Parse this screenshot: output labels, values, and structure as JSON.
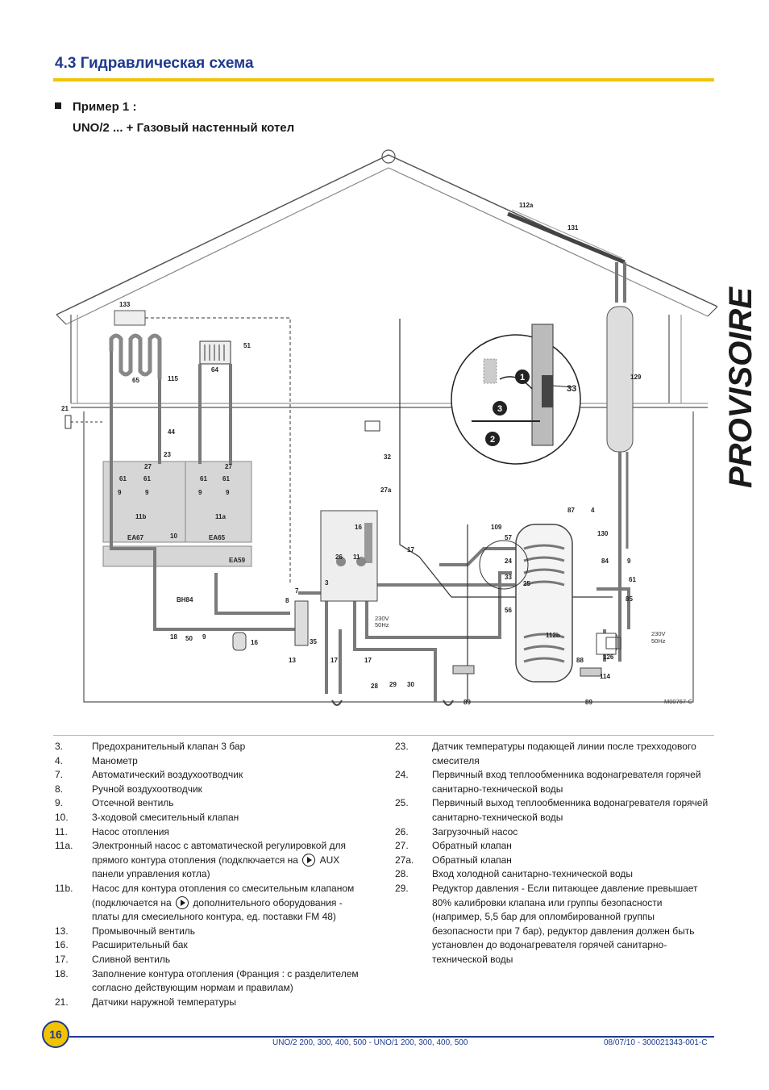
{
  "header": {
    "section_title": "4.3   Гидравлическая схема",
    "example_line1": "Пример 1 :",
    "example_line2": "UNO/2 ... + Газовый настенный котел",
    "watermark": "PROVISOIRE"
  },
  "diagram": {
    "labels": {
      "l112a": "112a",
      "l131": "131",
      "l129": "129",
      "l133": "133",
      "l51": "51",
      "l64": "64",
      "l65": "65",
      "l115": "115",
      "l21": "21",
      "l44": "44",
      "l23": "23",
      "l27": "27",
      "l61": "61",
      "l9": "9",
      "l11b": "11b",
      "l10": "10",
      "l11a": "11a",
      "ea67": "EA67",
      "ea65": "EA65",
      "ea59": "EA59",
      "bh84": "BH84",
      "l16": "16",
      "l11": "11",
      "l26": "26",
      "l3": "3",
      "l7": "7",
      "l8": "8",
      "l4": "4",
      "l35": "35",
      "l13": "13",
      "l17": "17",
      "l18": "18",
      "l50": "50",
      "l28": "28",
      "l29": "29",
      "l30": "30",
      "l32": "32",
      "l27a": "27a",
      "l109": "109",
      "l57": "57",
      "l24": "24",
      "l33": "33",
      "l25": "25",
      "l56": "56",
      "l87": "87",
      "l130": "130",
      "l84": "84",
      "l85": "85",
      "l112b": "112b",
      "l126": "126",
      "l88": "88",
      "l114": "114",
      "l89": "89",
      "power1": "230V",
      "power2": "50Hz",
      "ref": "M00767-C",
      "c1": "1",
      "c2": "2",
      "c3": "3"
    }
  },
  "legend_left": [
    {
      "num": "3.",
      "text": "Предохранительный клапан 3 бар"
    },
    {
      "num": "4.",
      "text": "Манометр"
    },
    {
      "num": "7.",
      "text": "Автоматический воздухоотводчик"
    },
    {
      "num": "8.",
      "text": "Ручной воздухоотводчик"
    },
    {
      "num": "9.",
      "text": "Отсечной вентиль"
    },
    {
      "num": "10.",
      "text": "3-ходовой смесительный клапан"
    },
    {
      "num": "11.",
      "text": "Насос отопления"
    },
    {
      "num": "11a.",
      "text_before": "Электронный насос с автоматической регулировкой для прямого контура отопления (подключается на",
      "text_after": "AUX панели управления котла)"
    },
    {
      "num": "11b.",
      "text_before": "Насос для контура отопления со смесительным клапаном (подключается на",
      "text_after": "дополнительного оборудования - платы для смесиельного контура, ед. поставки FM 48)"
    },
    {
      "num": "13.",
      "text": "Промывочный вентиль"
    },
    {
      "num": "16.",
      "text": "Расширительный бак"
    },
    {
      "num": "17.",
      "text": "Сливной вентиль"
    },
    {
      "num": "18.",
      "text": "Заполнение контура отопления (Франция : с разделителем согласно действующим нормам и правилам)"
    },
    {
      "num": "21.",
      "text": "Датчики наружной температуры"
    }
  ],
  "legend_right": [
    {
      "num": "23.",
      "text": "Датчик температуры подающей линии после трехходового смесителя"
    },
    {
      "num": "24.",
      "text": "Первичный вход теплообменника водонагревателя горячей санитарно-технической воды"
    },
    {
      "num": "25.",
      "text": "Первичный выход теплообменника водонагревателя горячей санитарно-технической воды"
    },
    {
      "num": "26.",
      "text": "Загрузочный насос"
    },
    {
      "num": "27.",
      "text": "Обратный клапан"
    },
    {
      "num": "27a.",
      "text": "Обратный клапан"
    },
    {
      "num": "28.",
      "text": "Вход холодной санитарно-технической воды"
    },
    {
      "num": "29.",
      "text": "Редуктор давления - Если питающее давление превышает 80% калибровки клапана или группы безопасности (например, 5,5 бар для опломбированной группы безопасности при 7 бар), редуктор давления должен быть установлен до водонагревателя горячей санитарно-технической воды"
    }
  ],
  "footer": {
    "page_number": "16",
    "models": "UNO/2 200, 300, 400, 500 - UNO/1 200, 300, 400, 500",
    "doc_ref": "08/07/10 - 300021343-001-C"
  },
  "colors": {
    "accent_yellow": "#f2c300",
    "brand_blue": "#1f3a8f",
    "pipe_grey": "#7a7a7a"
  },
  "icons": {
    "bullet": "square-bullet-icon",
    "connector": "play-circle-icon"
  }
}
